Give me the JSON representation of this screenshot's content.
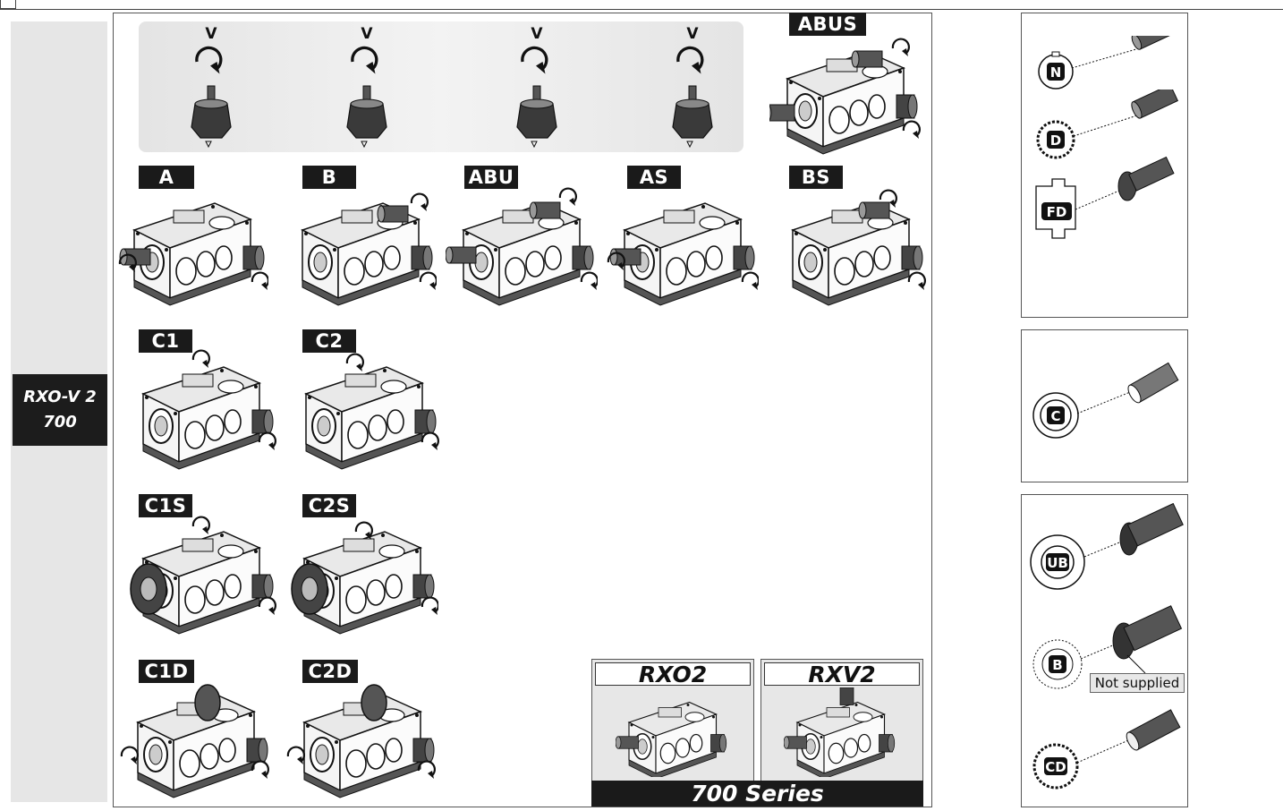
{
  "sidebar": {
    "model_line1": "RXO-V 2",
    "model_line2": "700"
  },
  "v_strip": {
    "labels": [
      "V",
      "V",
      "V",
      "V"
    ]
  },
  "configurations": {
    "abus": "ABUS",
    "row1": [
      "A",
      "B",
      "ABU",
      "AS",
      "BS"
    ],
    "row2": [
      "C1",
      "C2"
    ],
    "row3": [
      "C1S",
      "C2S"
    ],
    "row4": [
      "C1D",
      "C2D"
    ]
  },
  "series": {
    "cards": [
      {
        "title": "RXO2"
      },
      {
        "title": "RXV2"
      }
    ],
    "bar_label": "700 Series"
  },
  "shaft_options": {
    "top": [
      "N",
      "D",
      "FD"
    ],
    "middle": [
      "C"
    ],
    "bottom": [
      "UB",
      "B",
      "CD"
    ],
    "note": "Not supplied"
  },
  "colors": {
    "dark": "#1a1a1a",
    "sidebar": "#e6e6e6",
    "strip": "#ececec"
  }
}
